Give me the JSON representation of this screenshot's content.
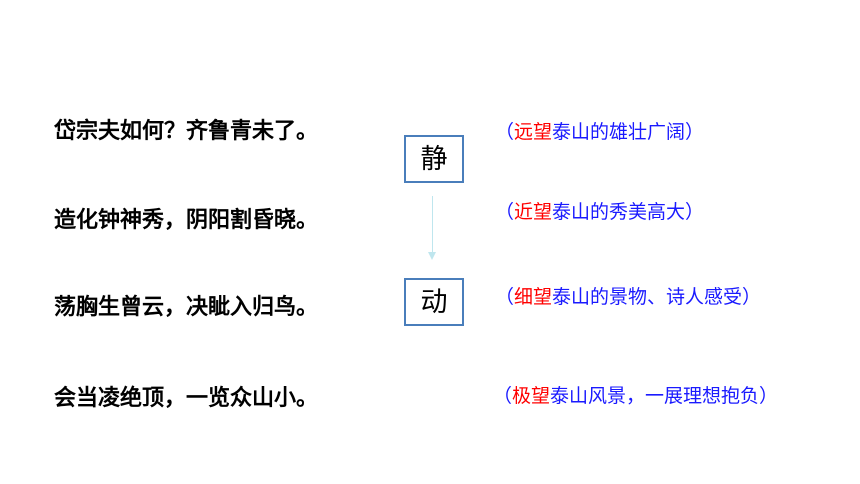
{
  "poem_lines": [
    "岱宗夫如何？齐鲁青未了。",
    "造化钟神秀，阴阳割昏晓。",
    "荡胸生曾云，决眦入归鸟。",
    "会当凌绝顶，一览众山小。"
  ],
  "boxes": [
    "静",
    "动"
  ],
  "notes": [
    {
      "open": "（",
      "red": "远望",
      "blue": "泰山的雄壮广阔）"
    },
    {
      "open": "（",
      "red": "近望",
      "blue": "泰山的秀美高大）"
    },
    {
      "open": "（",
      "red": "细望",
      "blue": "泰山的景物、诗人感受）"
    },
    {
      "open": "（",
      "red": "极望",
      "blue": "泰山风景，一展理想抱负）"
    }
  ],
  "colors": {
    "note_blue": "#1a1aff",
    "note_red": "#ff0000",
    "box_border": "#4a7ebb"
  }
}
